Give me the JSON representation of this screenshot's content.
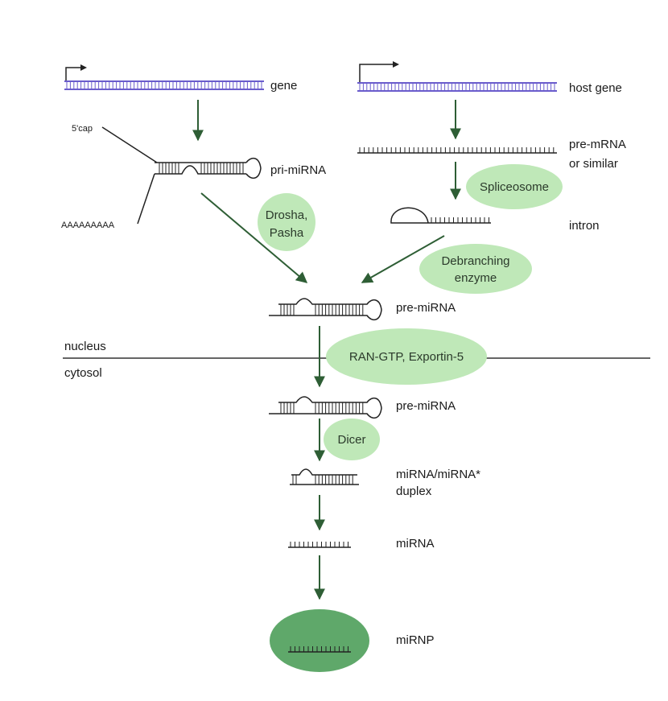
{
  "colors": {
    "arrow": "#2e5e35",
    "enzyme_fill": "#bfe8b8",
    "mirnp_fill": "#5fa86a",
    "gene_blue": "#6a5ccc",
    "strand": "#222222"
  },
  "labels": {
    "gene": "gene",
    "host_gene": "host gene",
    "cap": "5'cap",
    "pri_mirna": "pri-miRNA",
    "polya": "AAAAAAAAA",
    "pre_mrna_line1": "pre-mRNA",
    "pre_mrna_line2": "or similar",
    "intron": "intron",
    "pre_mirna_nuclear": "pre-miRNA",
    "nucleus": "nucleus",
    "cytosol": "cytosol",
    "pre_mirna_cytosolic": "pre-miRNA",
    "duplex_line1": "miRNA/miRNA*",
    "duplex_line2": "duplex",
    "mirna": "miRNA",
    "mirnp": "miRNP"
  },
  "enzymes": {
    "spliceosome": "Spliceosome",
    "drosha_line1": "Drosha,",
    "drosha_line2": "Pasha",
    "debranching_line1": "Debranching",
    "debranching_line2": "enzyme",
    "ran": "RAN-GTP, Exportin-5",
    "dicer": "Dicer"
  }
}
